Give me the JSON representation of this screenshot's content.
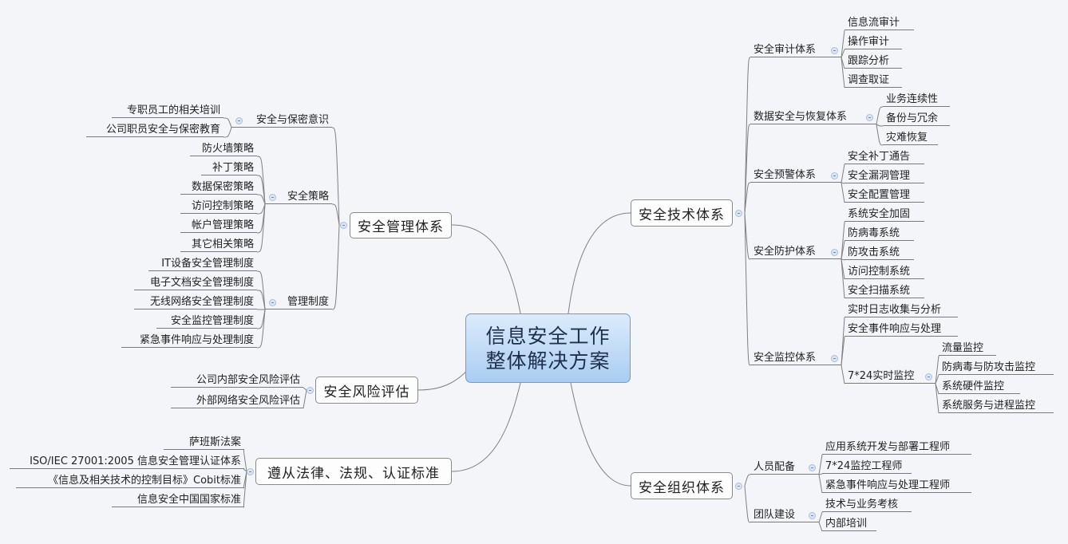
{
  "center": {
    "line1": "信息安全工作",
    "line2": "整体解决方案"
  },
  "left": [
    {
      "label": "安全管理体系",
      "children": [
        {
          "label": "安全与保密意识",
          "children": [
            "专职员工的相关培训",
            "公司职员安全与保密教育"
          ]
        },
        {
          "label": "安全策略",
          "children": [
            "防火墙策略",
            "补丁策略",
            "数据保密策略",
            "访问控制策略",
            "帐户管理策略",
            "其它相关策略"
          ]
        },
        {
          "label": "管理制度",
          "children": [
            "IT设备安全管理制度",
            "电子文档安全管理制度",
            "无线网络安全管理制度",
            "安全监控管理制度",
            "紧急事件响应与处理制度"
          ]
        }
      ]
    },
    {
      "label": "安全风险评估",
      "children": [
        "公司内部安全风险评估",
        "外部网络安全风险评估"
      ]
    },
    {
      "label": "遵从法律、法规、认证标准",
      "children": [
        "萨班斯法案",
        "ISO/IEC 27001:2005 信息安全管理认证体系",
        "《信息及相关技术的控制目标》Cobit标准",
        "信息安全中国国家标准"
      ]
    }
  ],
  "right": [
    {
      "label": "安全技术体系",
      "children": [
        {
          "label": "安全审计体系",
          "children": [
            "信息流审计",
            "操作审计",
            "跟踪分析",
            "调查取证"
          ]
        },
        {
          "label": "数据安全与恢复体系",
          "children": [
            "业务连续性",
            "备份与冗余",
            "灾难恢复"
          ]
        },
        {
          "label": "安全预警体系",
          "children": [
            "安全补丁通告",
            "安全漏洞管理",
            "安全配置管理"
          ]
        },
        {
          "label": "安全防护体系",
          "children": [
            "系统安全加固",
            "防病毒系统",
            "防攻击系统",
            "访问控制系统",
            "安全扫描系统"
          ]
        },
        {
          "label": "安全监控体系",
          "children": [
            "实时日志收集与分析",
            "安全事件响应与处理",
            {
              "label": "7*24实时监控",
              "children": [
                "流量监控",
                "防病毒与防攻击监控",
                "系统硬件监控",
                "系统服务与进程监控"
              ]
            }
          ]
        }
      ]
    },
    {
      "label": "安全组织体系",
      "children": [
        {
          "label": "人员配备",
          "children": [
            "应用系统开发与部署工程师",
            "7*24监控工程师",
            "紧急事件响应与处理工程师"
          ]
        },
        {
          "label": "团队建设",
          "children": [
            "技术与业务考核",
            "内部培训"
          ]
        }
      ]
    }
  ],
  "colors": {
    "background": "#f3f5f9",
    "center_fill": "#b9d7f5",
    "line": "#7a7a7a"
  }
}
